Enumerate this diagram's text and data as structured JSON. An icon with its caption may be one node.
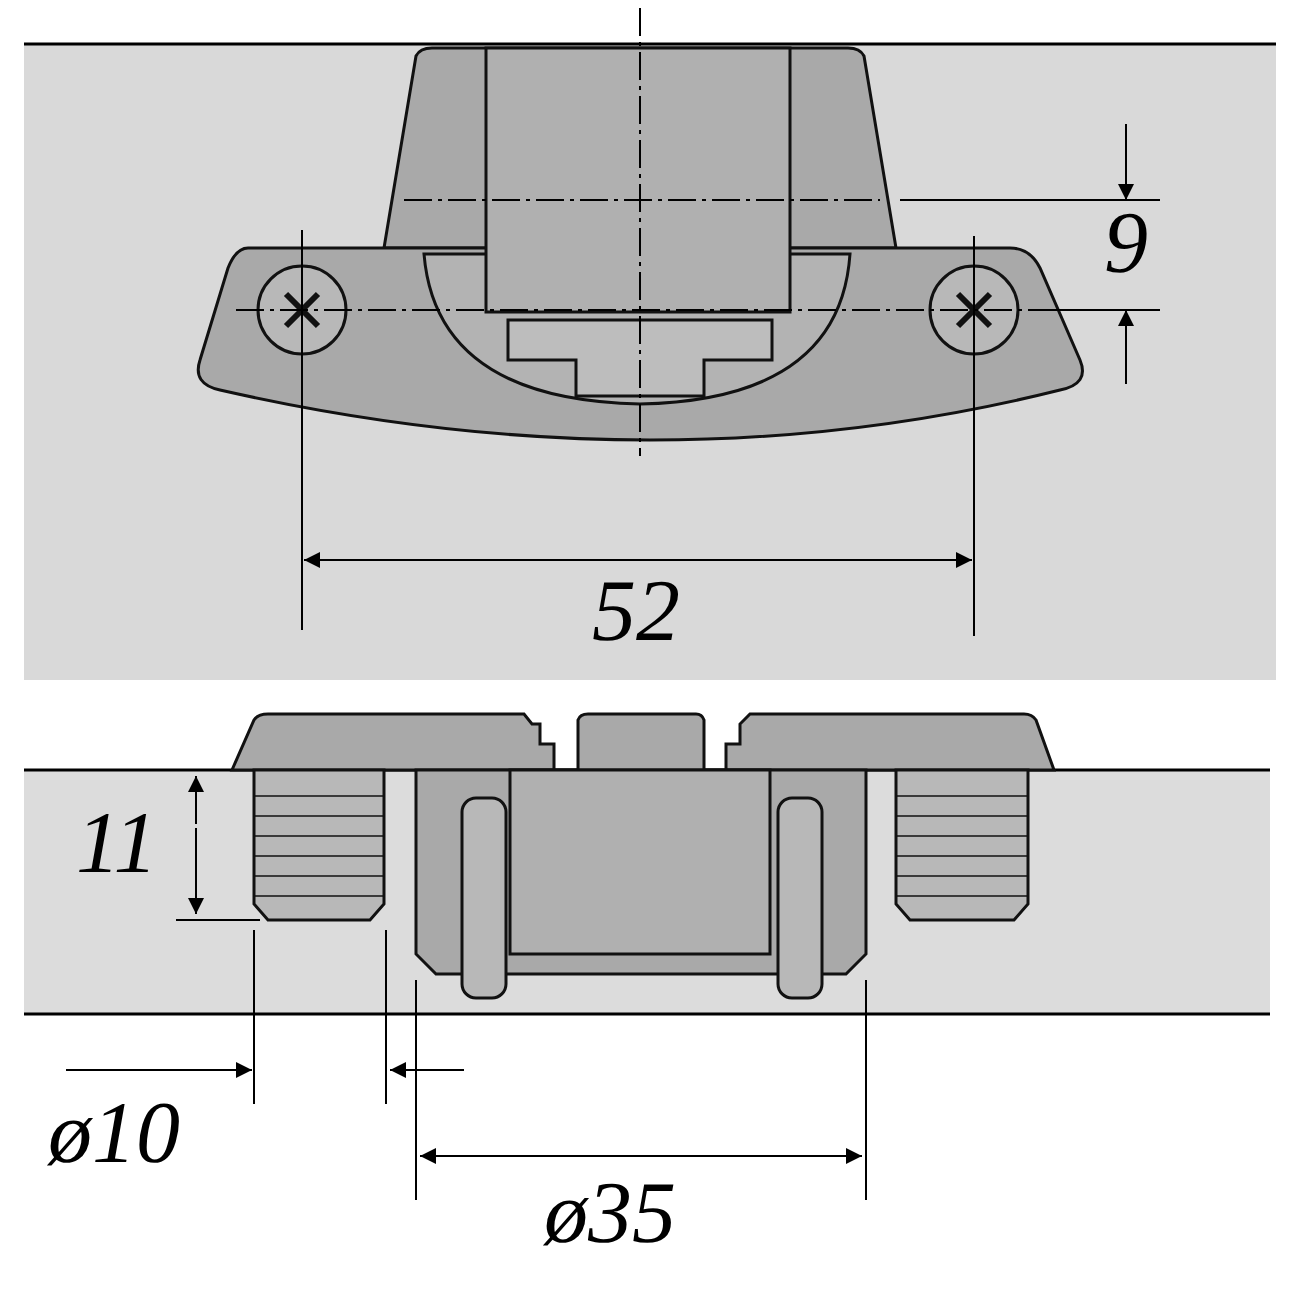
{
  "diagram": {
    "labels": [
      "9",
      "52",
      "11",
      "ø10",
      "ø35"
    ]
  }
}
